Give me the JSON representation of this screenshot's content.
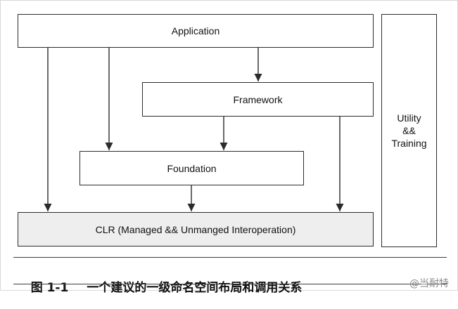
{
  "diagram": {
    "boxes": {
      "application": "Application",
      "framework": "Framework",
      "foundation": "Foundation",
      "clr": "CLR (Managed && Unmanged Interoperation)",
      "utility": "Utility\n&&\nTraining"
    },
    "arrows": [
      {
        "from": "application",
        "to": "clr"
      },
      {
        "from": "application",
        "to": "foundation"
      },
      {
        "from": "application",
        "to": "framework"
      },
      {
        "from": "framework",
        "to": "foundation"
      },
      {
        "from": "framework",
        "to": "clr"
      },
      {
        "from": "foundation",
        "to": "clr"
      }
    ]
  },
  "caption": {
    "number": "图 1-1",
    "text": "一个建议的一级命名空间布局和调用关系"
  },
  "watermark": "@当耐特",
  "colors": {
    "line": "#2b2b2b",
    "clr_fill": "#eeeeee",
    "box_fill": "#ffffff"
  }
}
